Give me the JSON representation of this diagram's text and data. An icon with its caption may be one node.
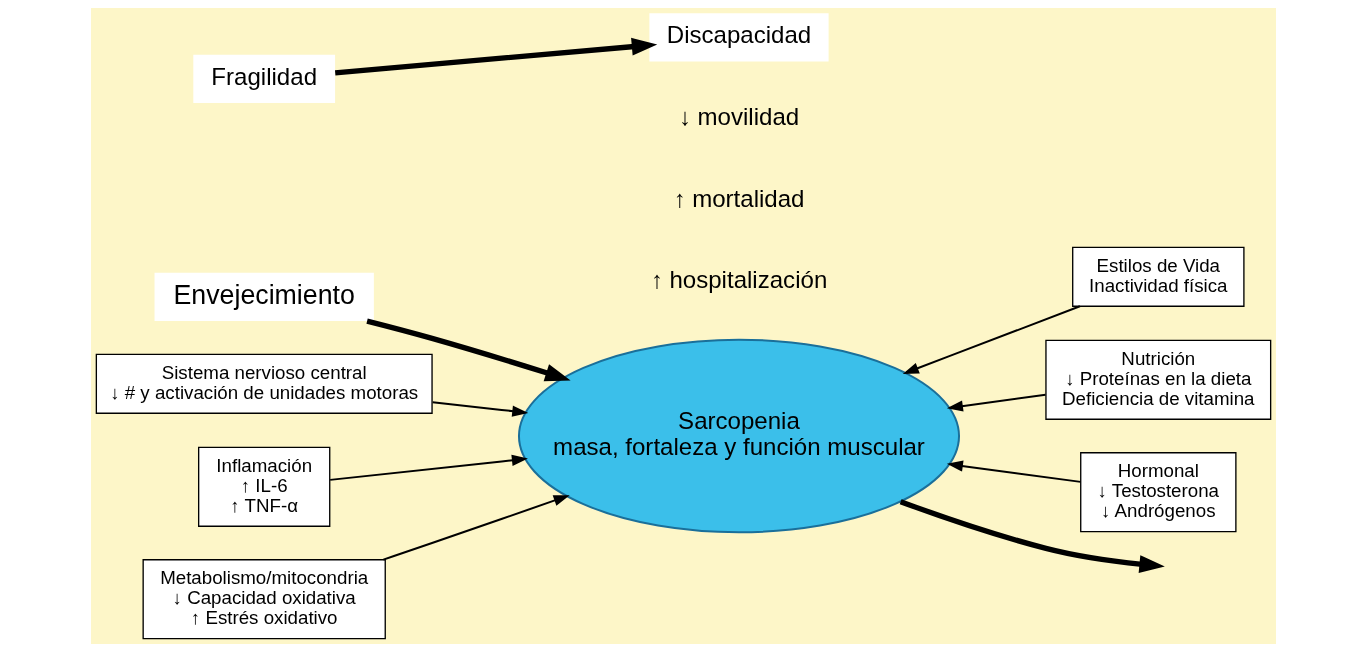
{
  "diagram": {
    "nodes": [
      {
        "text": [
          "Sistema nervioso central",
          "↓ # y activación de unidades motoras"
        ]
      },
      {
        "text": [
          "Estilos de Vida",
          "Inactividad física"
        ]
      },
      {
        "text": [
          "Inflamación",
          "↑ IL-6",
          "↑ TNF-α"
        ]
      },
      {
        "text": [
          "Nutrición",
          "↓ Proteínas en la dieta",
          "Deficiencia de vitamina"
        ]
      },
      {
        "text": [
          "Metabolismo/mitocondria",
          "↓ Capacidad oxidativa",
          "↑ Estrés oxidativo"
        ]
      },
      {
        "text": [
          "Hormonal",
          "↓ Testosterona",
          "↓ Andrógenos"
        ]
      },
      {
        "text": [
          "Envejecimiento"
        ]
      },
      {
        "text": [
          "Sarcopenia",
          "masa, fortaleza y función muscular"
        ]
      },
      {
        "text": [
          "Fragilidad"
        ]
      },
      {
        "text": [
          "Discapacidad"
        ]
      }
    ],
    "edges": [
      {
        "from": 6,
        "to": 7,
        "arrow": "to",
        "style": "thick"
      },
      {
        "from": 0,
        "to": 7,
        "arrow": "to"
      },
      {
        "from": 1,
        "to": 7,
        "arrow": "to"
      },
      {
        "from": 2,
        "to": 7,
        "arrow": "to"
      },
      {
        "from": 3,
        "to": 7,
        "arrow": "to"
      },
      {
        "from": 4,
        "to": 7,
        "arrow": "to"
      },
      {
        "from": 5,
        "to": 7,
        "arrow": "to"
      },
      {
        "from": 7,
        "to": null,
        "arrow": "to",
        "style": "thick"
      },
      {
        "from": 8,
        "to": 9,
        "arrow": "to",
        "style": "thick"
      }
    ],
    "labels": [
      "↓ movilidad",
      "↑ mortalidad",
      "↑ hospitalización"
    ]
  }
}
